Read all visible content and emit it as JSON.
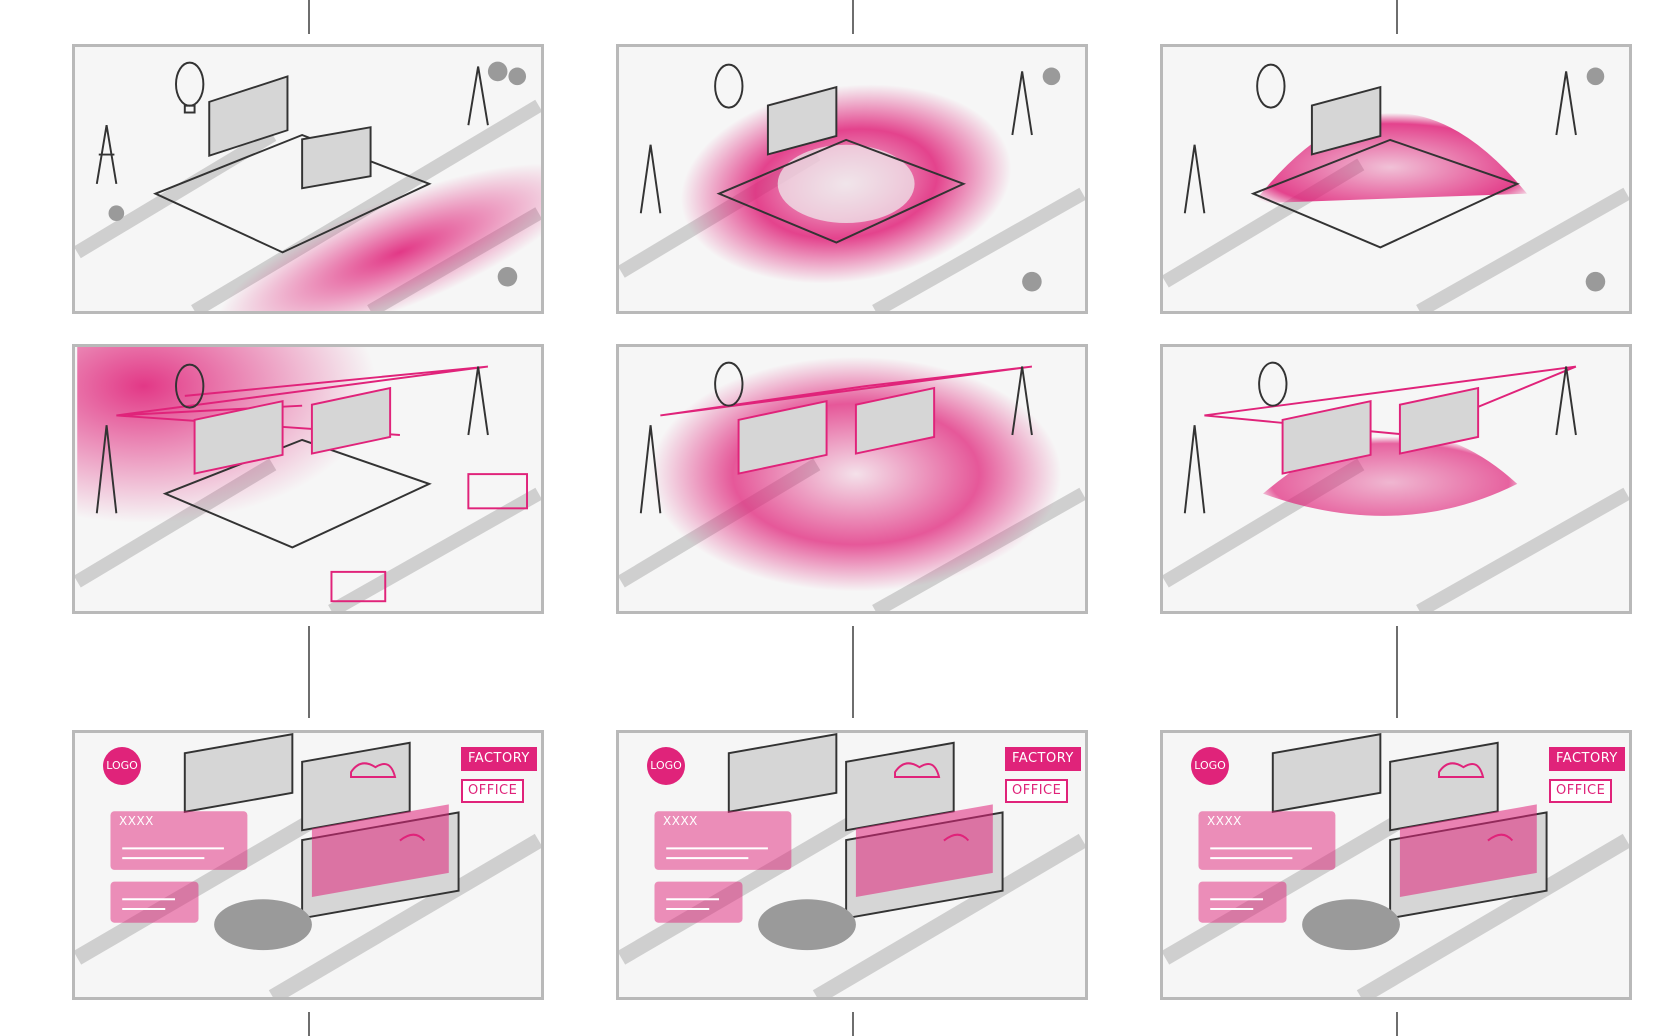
{
  "storyboard": {
    "accent_color": "#e0237a",
    "row1": [
      {
        "variant": "ground-sweep"
      },
      {
        "variant": "ring"
      },
      {
        "variant": "dome"
      }
    ],
    "row2": [
      {
        "variant": "network-corner"
      },
      {
        "variant": "network-ring"
      },
      {
        "variant": "network-dome"
      }
    ],
    "row3": [
      {
        "logo": "LOGO",
        "factory_label": "FACTORY",
        "office_label": "OFFICE",
        "heading": "XXXX"
      },
      {
        "logo": "LOGO",
        "factory_label": "FACTORY",
        "office_label": "OFFICE",
        "heading": "XXXX"
      },
      {
        "logo": "LOGO",
        "factory_label": "FACTORY",
        "office_label": "OFFICE",
        "heading": "XXXX"
      }
    ]
  }
}
